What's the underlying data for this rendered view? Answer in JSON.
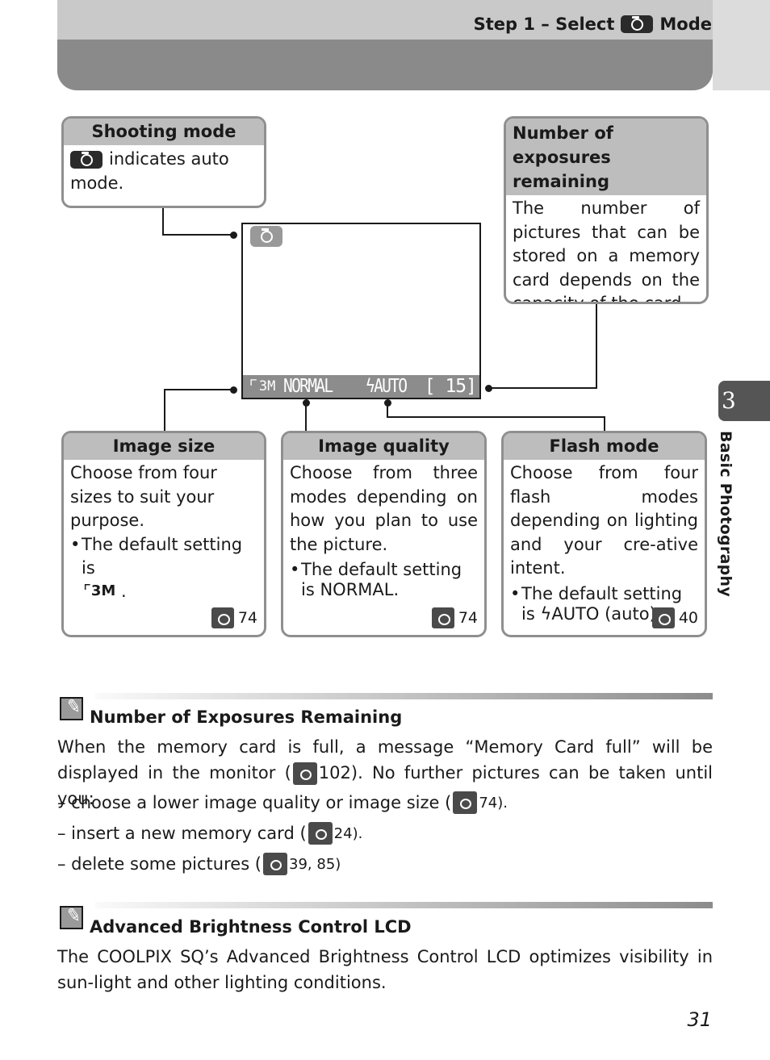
{
  "header": {
    "title_pre": "Step 1 – Select",
    "title_post": "Mode",
    "icon": "camera-icon"
  },
  "side": {
    "chapter_number": "3",
    "chapter_label": "Basic Photography"
  },
  "callouts": {
    "shooting_mode": {
      "heading": "Shooting mode",
      "body": "indicates auto mode.",
      "icon": "camera-icon"
    },
    "exposures": {
      "heading": "Number of exposures remaining",
      "body": "The number of pictures that can be stored on a memory card depends on the capacity of the card."
    },
    "image_size": {
      "heading": "Image size",
      "body": "Choose from four sizes to suit your purpose.",
      "bullet": "The default setting is",
      "bullet_value": "3M",
      "bullet_end": ".",
      "ref": "74"
    },
    "image_quality": {
      "heading": "Image quality",
      "body": "Choose from three modes depending on how you plan to use the picture.",
      "bullet": "The default setting is NORMAL.",
      "ref": "74"
    },
    "flash_mode": {
      "heading": "Flash mode",
      "body": "Choose from four flash modes depending on lighting and your cre-ative intent.",
      "bullet_pre": "The default setting is",
      "bullet_post": "AUTO (auto).",
      "ref": "40"
    }
  },
  "monitor": {
    "size": "3M",
    "quality": "NORMAL",
    "flash": "AUTO",
    "count": "15",
    "flash_icon": "lightning-icon"
  },
  "notes": [
    {
      "heading": "Number of Exposures Remaining",
      "p1": "When the memory card is full, a message “Memory Card full” will be displayed in the monitor (",
      "p1_ref": "102",
      "p1_end": "). No further pictures can be taken until you:",
      "items": [
        {
          "text": "– choose a lower image quality or image size (",
          "ref": "74"
        },
        {
          "text": "– insert a new memory card (",
          "ref": "24"
        },
        {
          "text": "– delete some pictures (",
          "ref": "39, 85"
        }
      ]
    },
    {
      "heading": "Advanced Brightness Control LCD",
      "body": "The COOLPIX SQ’s Advanced Brightness Control LCD optimizes visibility in sun-light and other lighting conditions."
    }
  ],
  "page_number": "31"
}
